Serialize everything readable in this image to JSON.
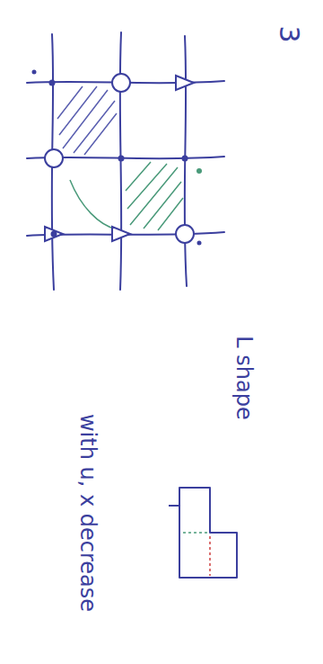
{
  "diagram": {
    "labels": [
      "3",
      "L shape",
      "with u, x decrease"
    ]
  }
}
